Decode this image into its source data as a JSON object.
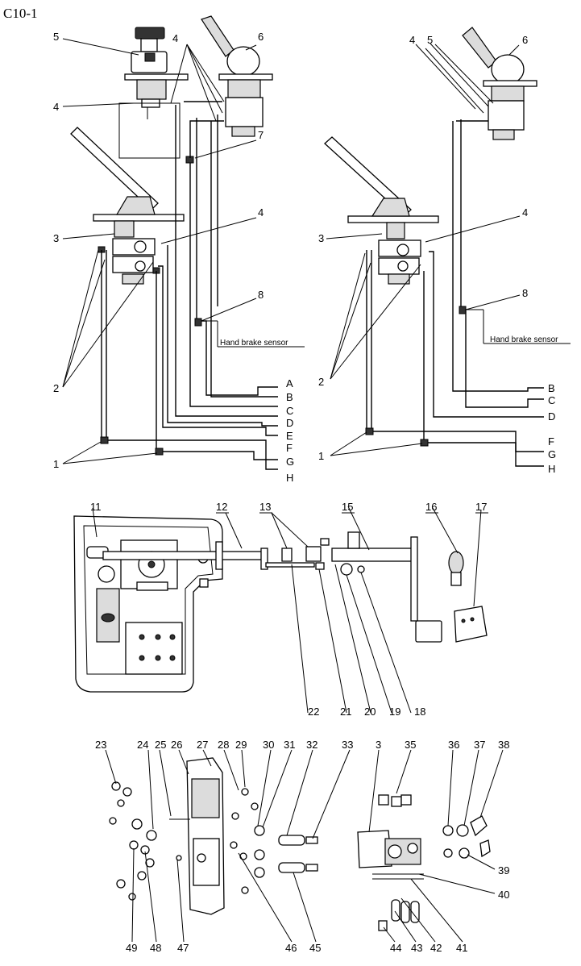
{
  "title": "C10-1",
  "sensor_label": "Hand brake sensor",
  "left_numbers": [
    "5",
    "4",
    "4",
    "6",
    "7",
    "4",
    "3",
    "2",
    "1",
    "8"
  ],
  "left_letters": [
    "A",
    "B",
    "C",
    "D",
    "E",
    "F",
    "G",
    "H"
  ],
  "right_numbers": [
    "4",
    "5",
    "6",
    "4",
    "3",
    "2",
    "1",
    "8"
  ],
  "right_letters": [
    "B",
    "C",
    "D",
    "F",
    "G",
    "H"
  ],
  "middle_numbers": [
    "11",
    "12",
    "13",
    "15",
    "16",
    "17",
    "22",
    "21",
    "20",
    "19",
    "18"
  ],
  "bottom_numbers": [
    "23",
    "24",
    "25",
    "26",
    "27",
    "28",
    "29",
    "30",
    "31",
    "32",
    "33",
    "3",
    "35",
    "36",
    "37",
    "38",
    "39",
    "40",
    "41",
    "42",
    "43",
    "44",
    "45",
    "46",
    "47",
    "48",
    "49"
  ]
}
